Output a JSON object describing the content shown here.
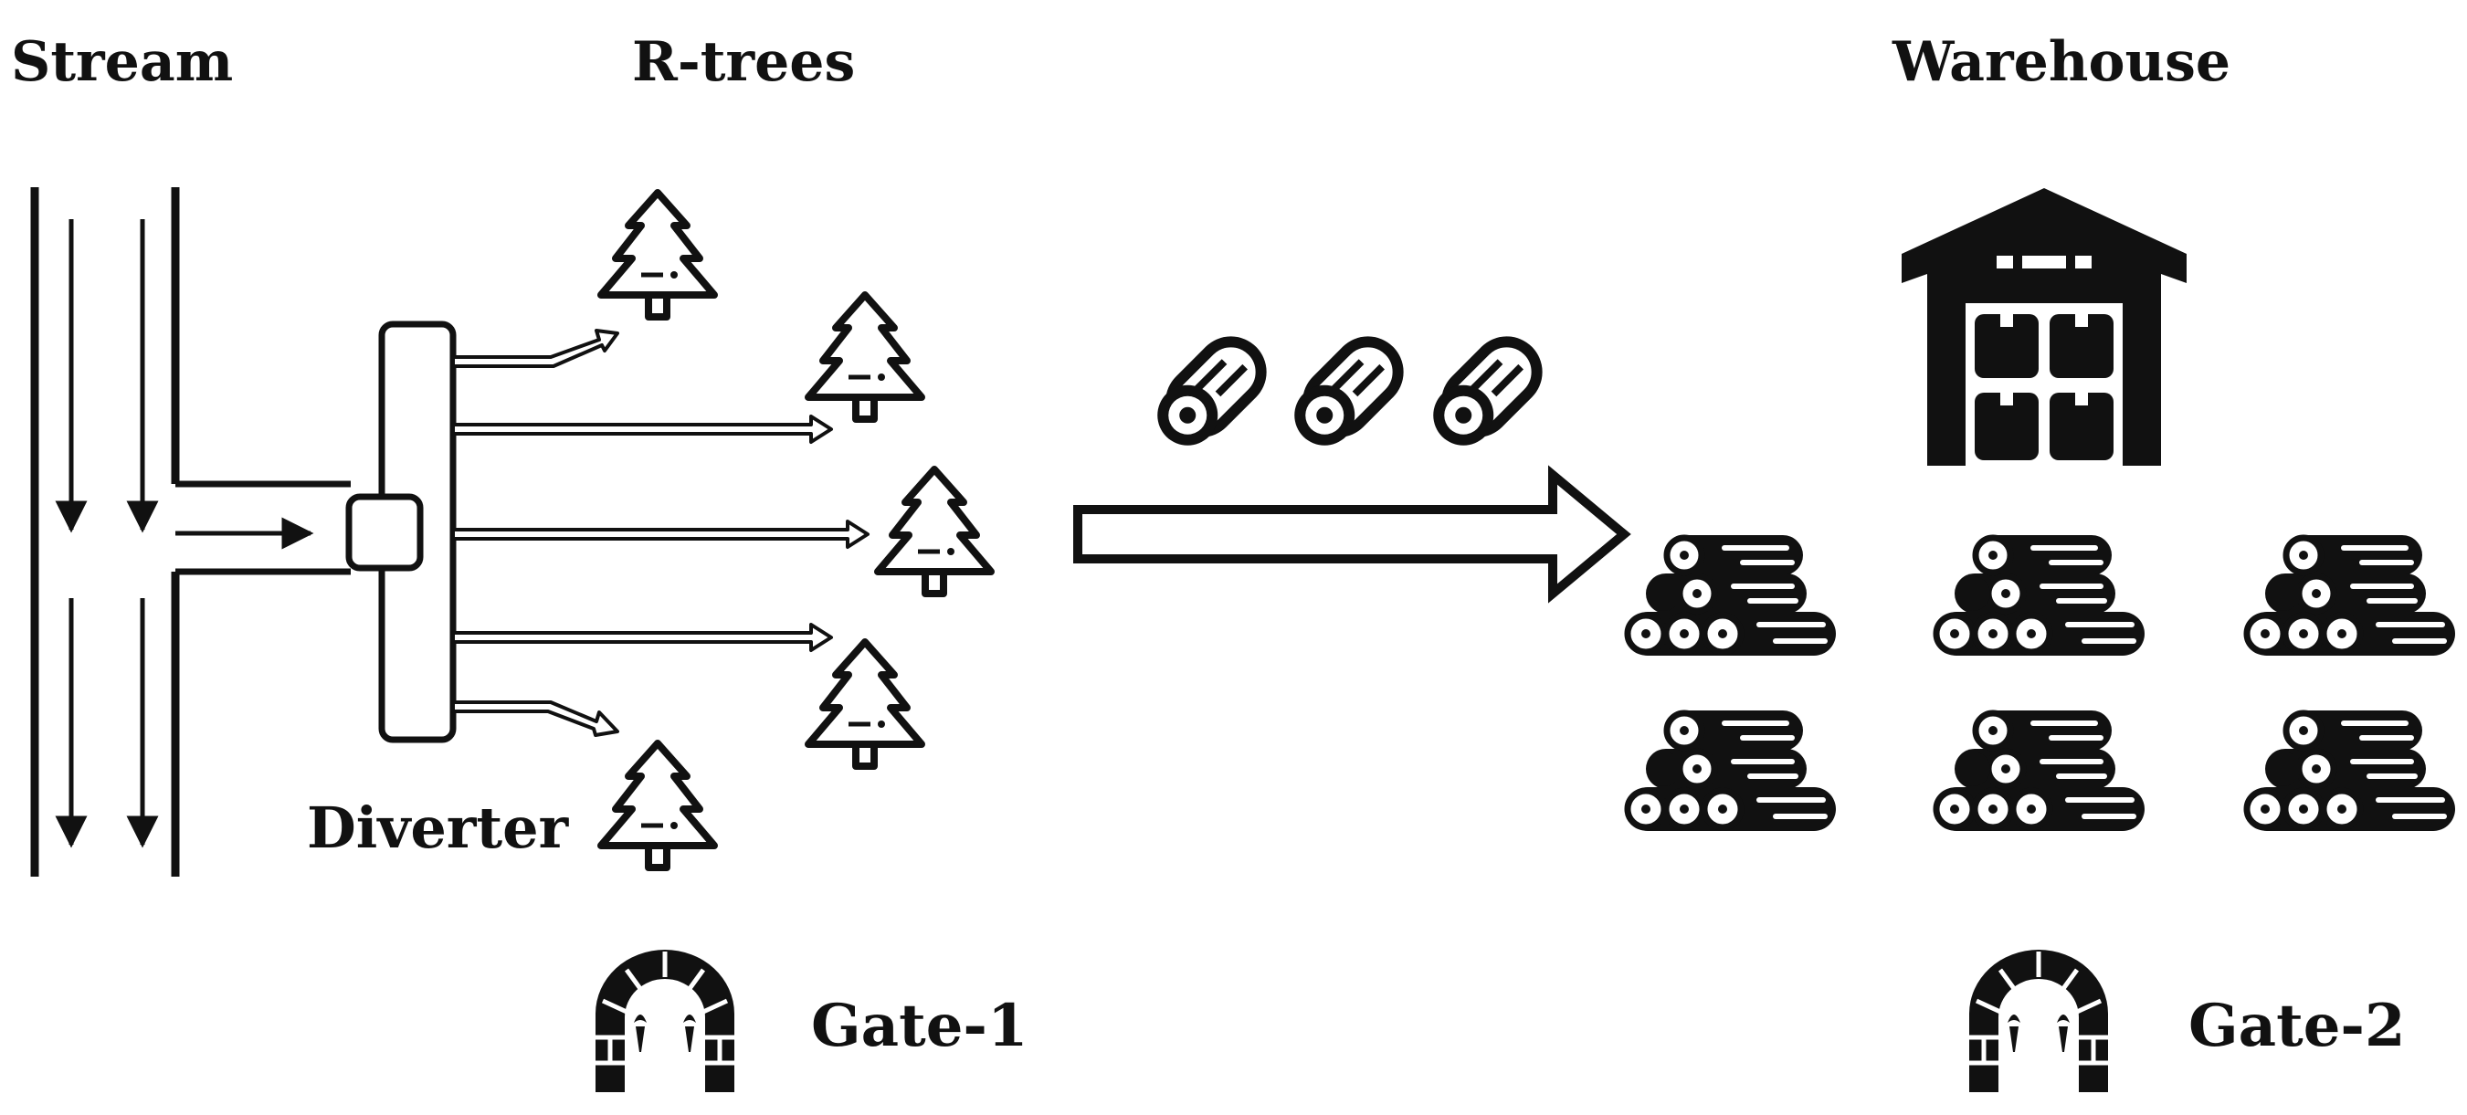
{
  "labels": {
    "stream": "Stream",
    "rtrees": "R-trees",
    "warehouse": "Warehouse",
    "diverter": "Diverter",
    "gate1": "Gate-1",
    "gate2": "Gate-2"
  },
  "icons": {
    "tree": "pine-tree-icon",
    "log": "log-icon",
    "log_pile": "log-pile-icon",
    "warehouse": "warehouse-icon",
    "gate": "stone-arch-gate-icon"
  },
  "colors": {
    "ink": "#111111",
    "background": "#ffffff"
  }
}
